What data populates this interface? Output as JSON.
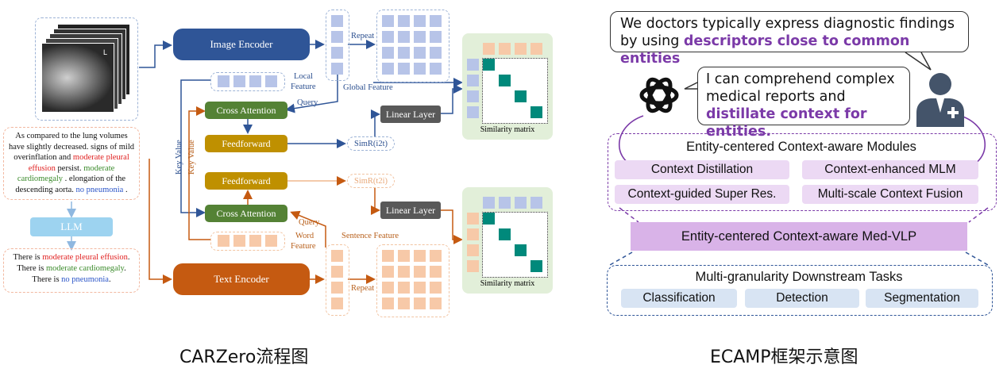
{
  "carzero": {
    "caption": "CARZero流程图",
    "image_encoder": "Image Encoder",
    "text_encoder": "Text Encoder",
    "cross_attention_top": "Cross Attention",
    "cross_attention_bottom": "Cross Attention",
    "feedforward_top": "Feedforward",
    "feedforward_bottom": "Feedforward",
    "linear_top": "Linear Layer",
    "linear_bottom": "Linear Layer",
    "llm": "LLM",
    "repeat_top": "Repeat",
    "repeat_bottom": "Repeat",
    "local_feature_1": "Local",
    "local_feature_2": "Feature",
    "global_feature": "Global Feature",
    "query_top": "Query",
    "query_bottom": "Query",
    "key_value_blue": "Key Value",
    "key_value_orange": "Key Value",
    "word_feature_1": "Word",
    "word_feature_2": "Feature",
    "sentence_feature": "Sentence Feature",
    "simr_i2t": "SimR(i2t)",
    "simr_t2i": "SimR(t2i)",
    "similarity_matrix_top": "Similarity matrix",
    "similarity_matrix_bottom": "Similarity matrix",
    "xray_marker": "L",
    "report": {
      "p1": "As compared to the lung volumes have slightly decreased. signs of mild overinflation and ",
      "red1": "moderate pleural effusion",
      "p2": " persist. ",
      "green1": "moderate cardiomegaly",
      "p3": " . elongation of the descending aorta. ",
      "blue1": "no pneumonia",
      "p4": " ."
    },
    "summary": {
      "s1a": "There is ",
      "s1b": "moderate pleural effusion",
      "s1c": ".",
      "s2a": "There is ",
      "s2b": "moderate cardiomegaly",
      "s2c": ".",
      "s3a": "There is ",
      "s3b": "no pneumonia",
      "s3c": "."
    },
    "colors": {
      "encoder_blue": "#2f5597",
      "encoder_orange": "#c55a11",
      "attention_green": "#548235",
      "feedforward_gold": "#bf9000",
      "linear_gray": "#595959",
      "matrix_teal": "#00897b"
    }
  },
  "ecamp": {
    "caption": "ECAMP框架示意图",
    "bubble_doctor": {
      "a": "We doctors typically express diagnostic findings by using ",
      "b": "descriptors close to common entities"
    },
    "bubble_ai": {
      "a": "I can comprehend complex medical reports and ",
      "b": "distillate context for entities."
    },
    "modules_title": "Entity-centered Context-aware Modules",
    "modules": [
      "Context Distillation",
      "Context-enhanced MLM",
      "Context-guided Super Res.",
      "Multi-scale Context Fusion"
    ],
    "medvlp": "Entity-centered Context-aware Med-VLP",
    "tasks_title": "Multi-granularity Downstream Tasks",
    "tasks": [
      "Classification",
      "Detection",
      "Segmentation"
    ],
    "colors": {
      "purple_text": "#7b3aa8",
      "module_fill": "#ecd9f4",
      "medvlp_fill": "#d9b3e8",
      "task_fill": "#d8e4f3"
    }
  }
}
